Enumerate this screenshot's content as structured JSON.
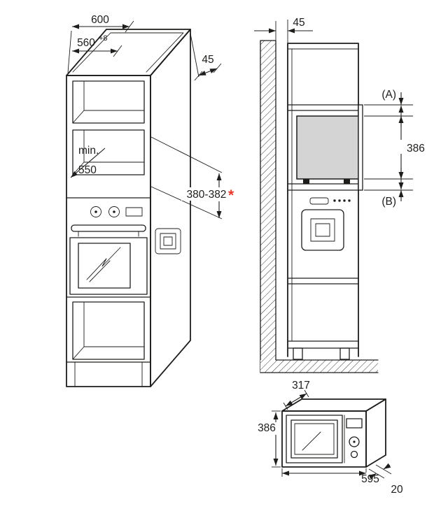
{
  "cabinet_view": {
    "depth": "600",
    "niche_width": "560",
    "niche_width_tol": "+8",
    "rear_gap": "45",
    "min_label": "min.",
    "min_depth": "550",
    "niche_height": "380-382",
    "asterisk": "*"
  },
  "section_view": {
    "wall_gap": "45",
    "gap_top": "(A)",
    "front_height": "386",
    "gap_bottom": "(B)"
  },
  "appliance_view": {
    "depth": "317",
    "height": "386",
    "width": "595",
    "door_protrusion": "20"
  },
  "colors": {
    "line": "#1d1d1b",
    "accent_red": "#e8392b",
    "microwave_fill": "#d4d4d4"
  }
}
